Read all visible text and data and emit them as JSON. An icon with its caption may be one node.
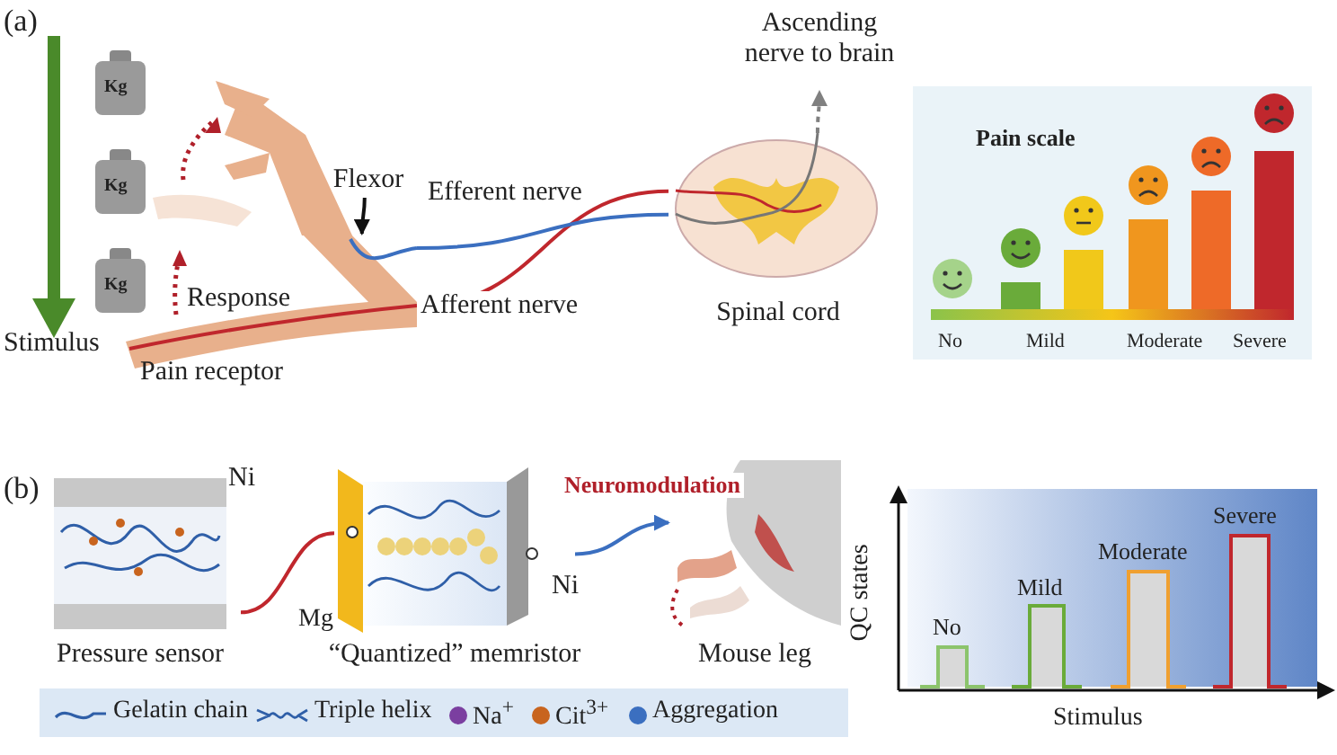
{
  "diagram": {
    "nodes": [
      {
        "text": [
          "Flexor"
        ]
      },
      {
        "text": [
          "Ascending nerve to brain"
        ]
      },
      {
        "text": [
          "Spinal cord"
        ]
      },
      {
        "text": [
          "Pressure sensor"
        ]
      },
      {
        "text": [
          "“Quantized” memristor"
        ]
      },
      {
        "text": [
          "Mouse leg"
        ]
      },
      {
        "text": [],
        "shape": "picture"
      }
    ],
    "edges": [
      {
        "from": 0,
        "to": 6,
        "arrow": "to",
        "color": "#111111"
      },
      {
        "from": 2,
        "to": 1,
        "arrow": "to",
        "style": "dashed",
        "color": "#808080"
      },
      {
        "from": 3,
        "to": 4,
        "arrow": "none",
        "color": "#c0272d"
      },
      {
        "from": 4,
        "to": 5,
        "arrow": "to",
        "label": "Neuromodulation",
        "color": "#3b6fc0"
      },
      {
        "from": 6,
        "to": 2,
        "arrow": "none",
        "label": "Afferent nerve",
        "color": "#c0272d"
      },
      {
        "from": 2,
        "to": 6,
        "arrow": "none",
        "label": "Efferent nerve",
        "color": "#3b6fc0"
      }
    ],
    "labels": [
      "(a)",
      "Kg",
      "Kg",
      "Kg",
      "Response",
      "Stimulus",
      "Pain receptor",
      "Pain scale",
      "No",
      "Mild",
      "Moderate",
      "Severe",
      "(b)",
      "Ni",
      "Mg",
      "Ni",
      "No",
      "Mild",
      "Moderate",
      "Severe",
      "QC states",
      "Stimulus"
    ],
    "legend": [
      {
        "text": "Gelatin chain"
      },
      {
        "text": "Triple helix"
      },
      {
        "text": "Na$^{+}$",
        "color": "#7b3fa0"
      },
      {
        "text": "Cit$^{3+}$",
        "color": "#c8641e"
      },
      {
        "text": "Aggregation",
        "color": "#3b6fc0"
      }
    ]
  }
}
